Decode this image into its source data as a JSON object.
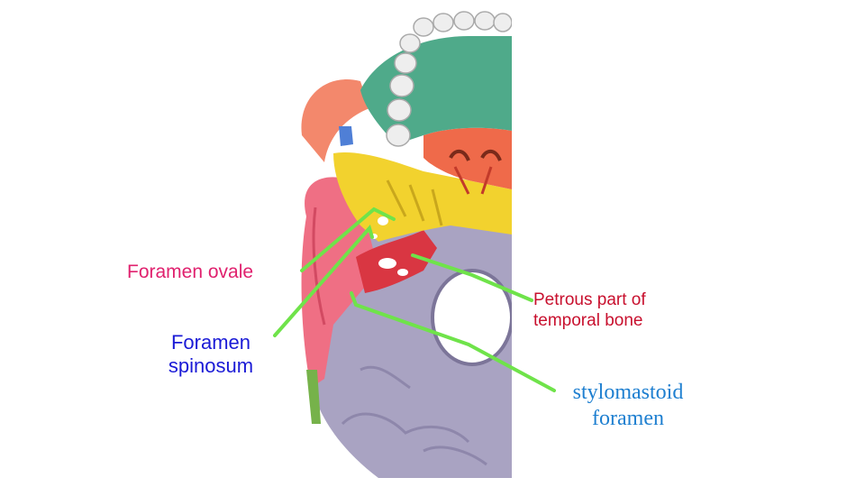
{
  "labels": {
    "foramen_ovale": "Foramen ovale",
    "foramen_spinosum": "Foramen spinosum",
    "petrous_part": "Petrous part of temporal bone",
    "stylomastoid_foramen": "stylomastoid foramen"
  },
  "colors": {
    "pointer_line": "#6fe34a",
    "ovale_text": "#e0216e",
    "spinosum_text": "#1a1ad6",
    "petrous_text": "#c8102e",
    "stylomastoid_text": "#1e7fd0"
  }
}
